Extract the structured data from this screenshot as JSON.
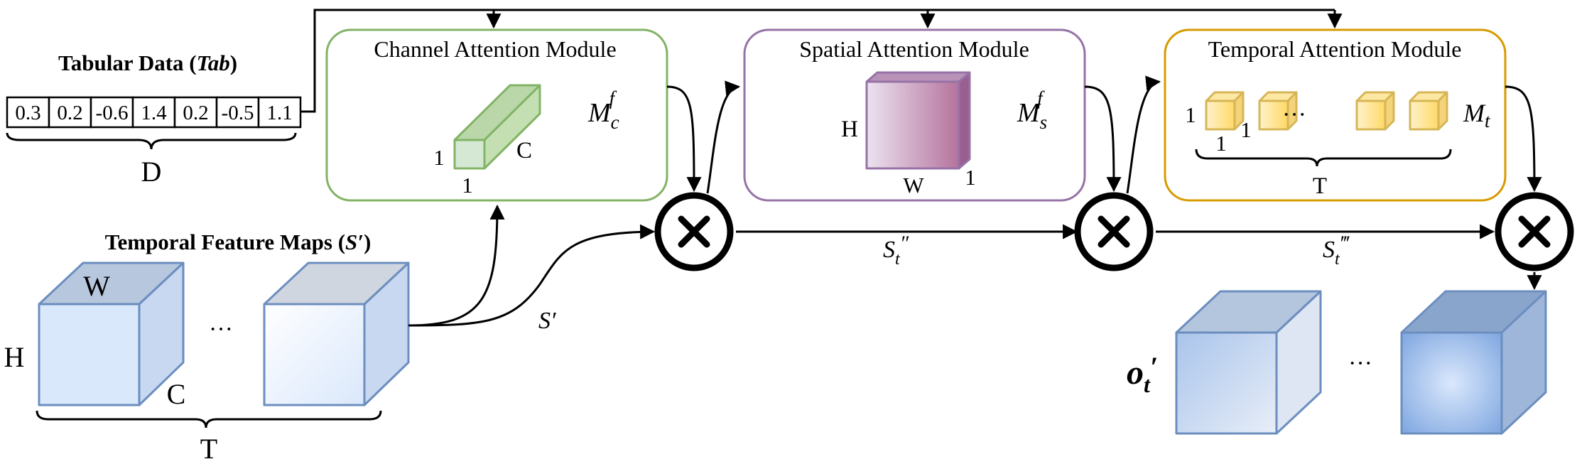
{
  "tabular": {
    "title": "Tabular Data (",
    "title_abbr": "Tab",
    "title_close": ")",
    "values": [
      "0.3",
      "0.2",
      "-0.6",
      "1.4",
      "0.2",
      "-0.5",
      "1.1"
    ],
    "dim_label": "D"
  },
  "feature_maps": {
    "title": "Temporal Feature Maps (",
    "title_symbol": "S′",
    "title_close": ")",
    "label_w": "W",
    "label_h": "H",
    "label_c": "C",
    "ellipsis": "···",
    "dim_label": "T",
    "arrow_label": "S′"
  },
  "modules": {
    "channel": {
      "title": "Channel Attention Module",
      "label_1a": "1",
      "label_1b": "1",
      "label_c": "C",
      "output_base": "M",
      "output_sub": "c",
      "output_sup": "f",
      "box_color": "#82b366",
      "fill_color": "#d5e8d4"
    },
    "spatial": {
      "title": "Spatial Attention Module",
      "label_h": "H",
      "label_w": "W",
      "label_1": "1",
      "output_base": "M",
      "output_sub": "s",
      "output_sup": "f",
      "box_color": "#9673a6",
      "fill_color": "#e1d5e7"
    },
    "temporal": {
      "title": "Temporal Attention Module",
      "label_1a": "1",
      "label_1b": "1",
      "label_1c": "1",
      "ellipsis": "···",
      "dim_label": "T",
      "output_base": "M",
      "output_sub": "t",
      "box_color": "#d79b00",
      "fill_color": "#fff2cc"
    }
  },
  "flow": {
    "s_double_base": "S",
    "s_double_sub": "t",
    "s_double_sup": "″",
    "s_triple_base": "S",
    "s_triple_sub": "t",
    "s_triple_sup": "‴"
  },
  "output": {
    "label_base": "o",
    "label_sub": "t",
    "label_sup": "′",
    "ellipsis": "···"
  },
  "colors": {
    "cube_stroke": "#6c8ebf",
    "cube_fill": "#dae8fc",
    "line": "#000000"
  }
}
